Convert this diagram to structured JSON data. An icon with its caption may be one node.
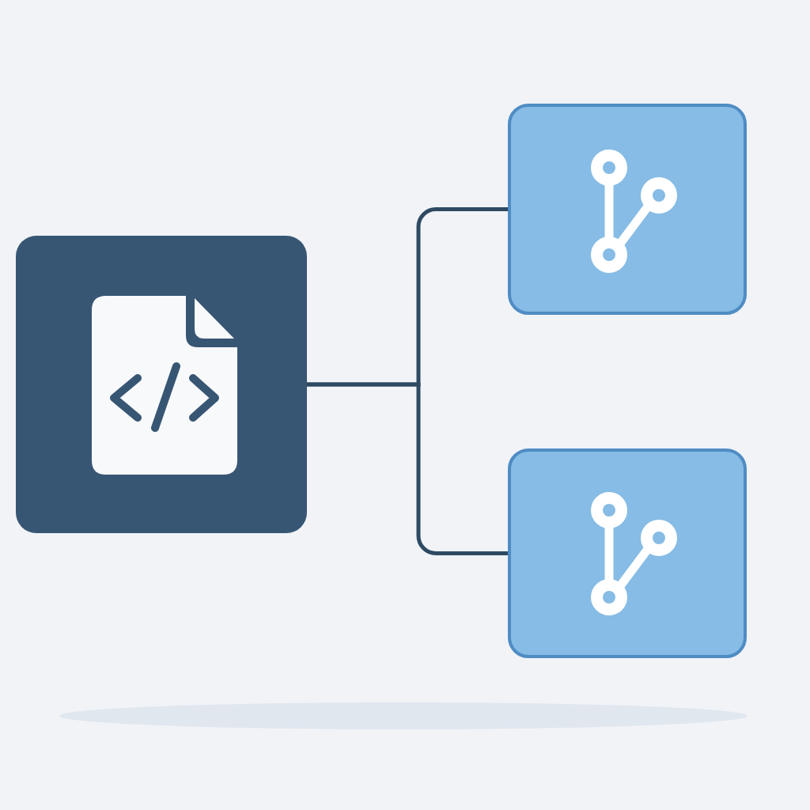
{
  "diagram": {
    "nodes": [
      {
        "text": [],
        "shape": "box"
      },
      {
        "text": [],
        "shape": "box"
      },
      {
        "text": [],
        "shape": "box"
      }
    ],
    "edges": [
      {
        "from": 0,
        "to": 1,
        "arrow": "none"
      },
      {
        "from": 0,
        "to": 2,
        "arrow": "none"
      }
    ]
  }
}
